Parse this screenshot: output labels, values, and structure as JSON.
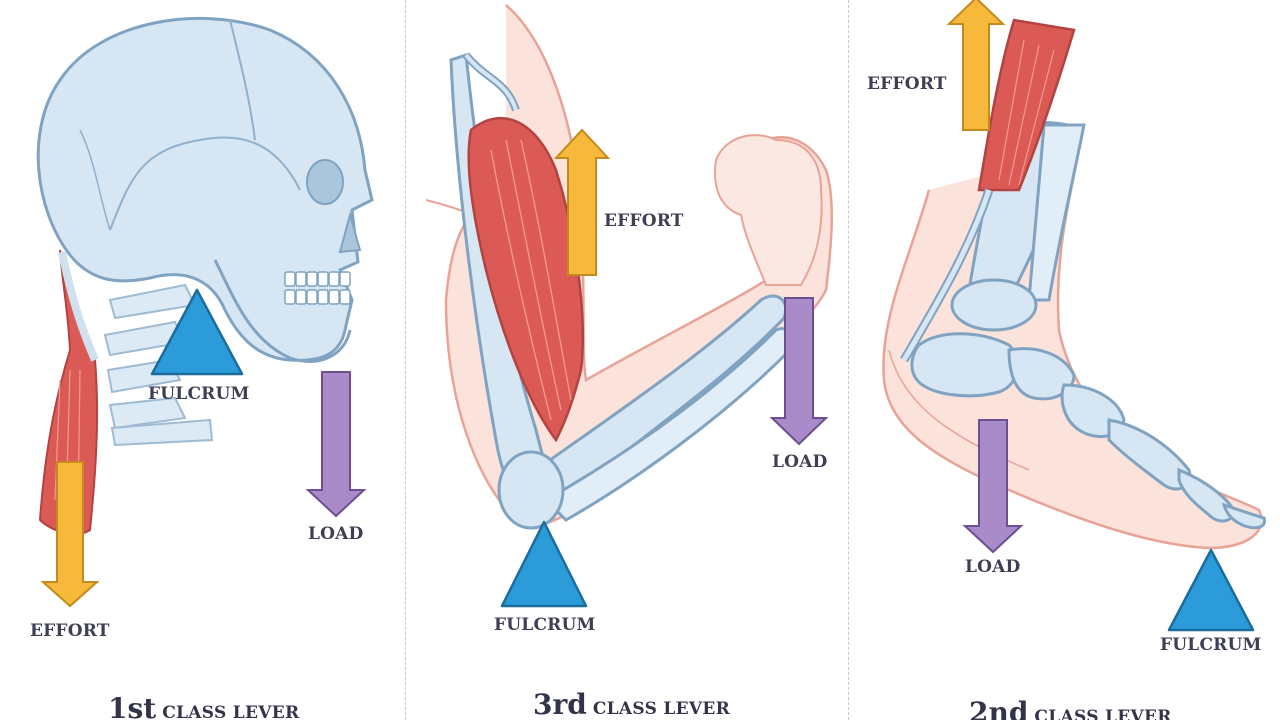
{
  "panels": [
    {
      "effort": "EFFORT",
      "fulcrum": "FULCRUM",
      "load": "LOAD",
      "title_ordinal": "1st",
      "title_rest": "CLASS LEVER"
    },
    {
      "effort": "EFFORT",
      "fulcrum": "FULCRUM",
      "load": "LOAD",
      "title_ordinal": "3rd",
      "title_rest": "CLASS LEVER"
    },
    {
      "effort": "EFFORT",
      "fulcrum": "FULCRUM",
      "load": "LOAD",
      "title_ordinal": "2nd",
      "title_rest": "CLASS LEVER"
    }
  ],
  "colors": {
    "bone": "#cfe0ee",
    "bone_outline": "#7fa3c1",
    "muscle": "#d9534f",
    "skin": "#f6d8d0",
    "effort_arrow": "#f6b93b",
    "load_arrow": "#a98bc9",
    "fulcrum": "#2b9bd9",
    "label_text": "#3e3f54"
  },
  "icons": [
    "skull-illustration",
    "arm-illustration",
    "foot-illustration",
    "fulcrum-triangle-icon",
    "effort-arrow-icon",
    "load-arrow-icon"
  ]
}
